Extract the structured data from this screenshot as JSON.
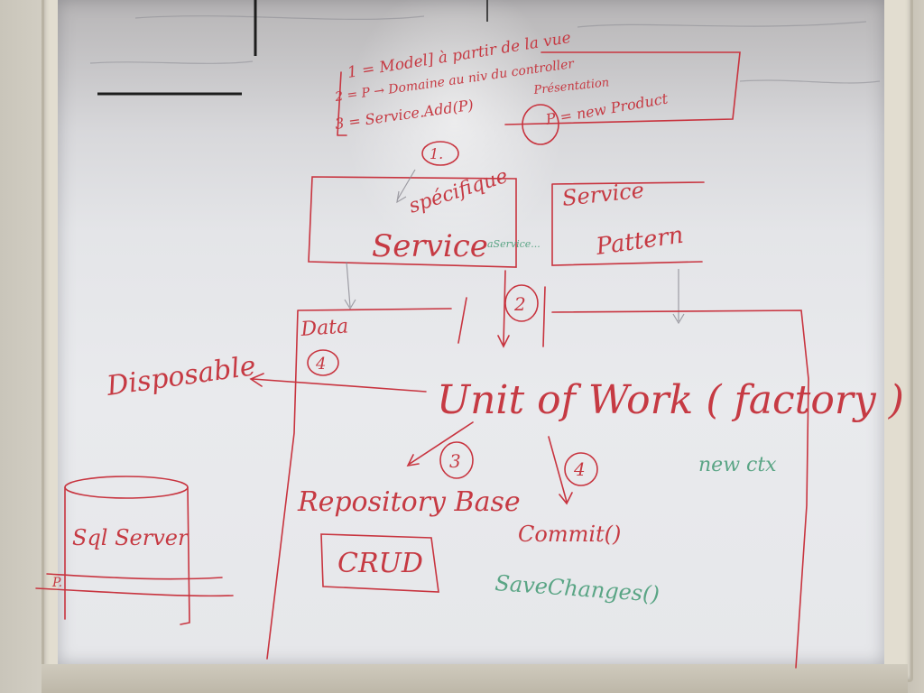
{
  "notes": {
    "line1": "1 = Model] à partir de la vue",
    "line2": "2 = P → Domaine au niv du controller",
    "line2b": "Présentation",
    "line3": "3 = Service.Add(P)",
    "line3b": "P = new Product"
  },
  "service_specific": {
    "step": "1.",
    "title": "spécifique",
    "label": "Service",
    "small": "aService..."
  },
  "service_pattern": {
    "title": "Service",
    "label": "Pattern"
  },
  "data_layer": {
    "label": "Data",
    "step_dispose": "4"
  },
  "disposable": "Disposable",
  "step2": "2",
  "unit_of_work": "Unit of Work ( factory )",
  "new_ctx": "new ctx",
  "step3": "3",
  "repository": "Repository Base",
  "crud": "CRUD",
  "step4": "4",
  "commit": "Commit()",
  "save_changes": "SaveChanges()",
  "database": "Sql Server",
  "db_mark": "P."
}
